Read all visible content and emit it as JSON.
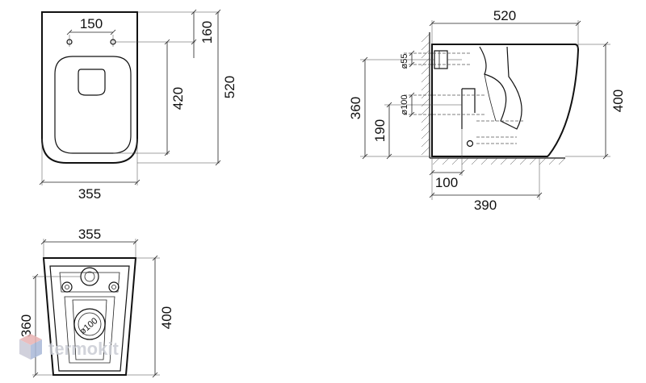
{
  "front_view": {
    "mount_spacing": "150",
    "mount_height": "160",
    "mount_to_bottom": "420",
    "total_length": "520",
    "width": "355"
  },
  "side_view": {
    "length": "520",
    "height": "400",
    "inlet_height": "360",
    "outlet_height": "190",
    "inlet_diameter": "ø55",
    "outlet_diameter": "ø100",
    "outlet_offset": "100",
    "base_depth": "390"
  },
  "rear_view": {
    "width": "355",
    "inlet_height": "360",
    "height": "400",
    "outlet_diameter": "ø100"
  },
  "watermark": "termokit"
}
